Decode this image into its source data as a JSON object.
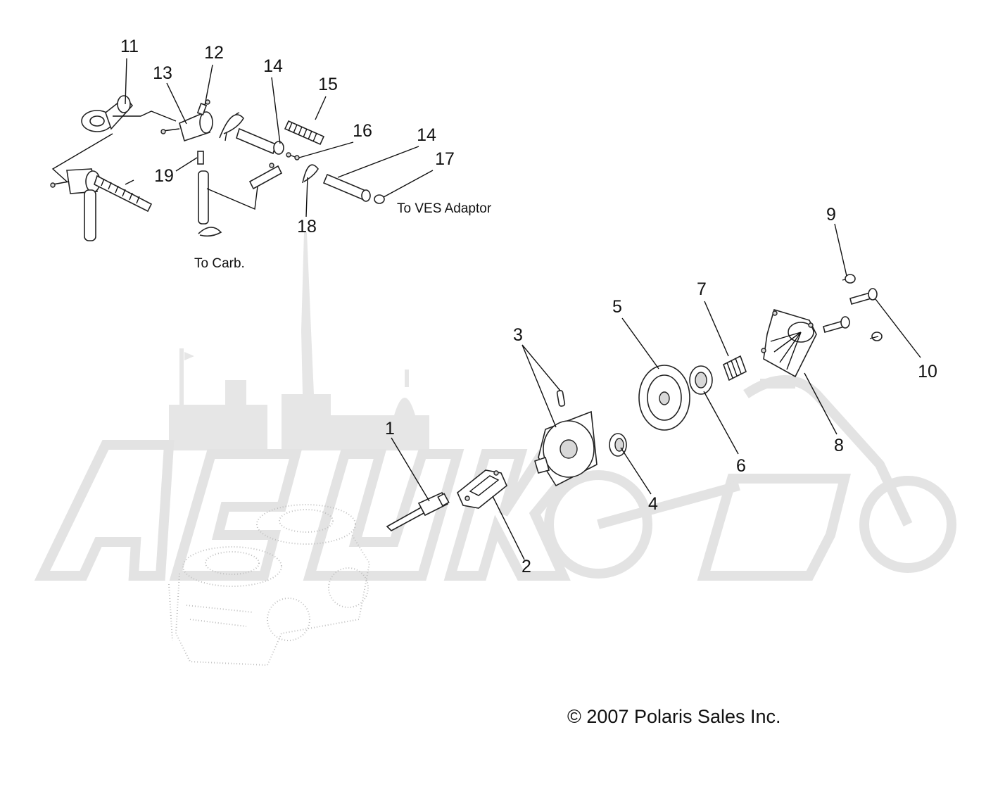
{
  "callouts": {
    "c1": "1",
    "c2": "2",
    "c3": "3",
    "c4": "4",
    "c5": "5",
    "c6": "6",
    "c7": "7",
    "c8": "8",
    "c9": "9",
    "c10": "10",
    "c11": "11",
    "c12": "12",
    "c13": "13",
    "c14a": "14",
    "c14b": "14",
    "c15": "15",
    "c16": "16",
    "c17": "17",
    "c18": "18",
    "c19": "19"
  },
  "notes": {
    "to_carb": "To Carb.",
    "to_ves": "To VES Adaptor"
  },
  "copyright": "© 2007 Polaris Sales Inc.",
  "watermark": {
    "brand_text": "AeiiMoto",
    "color": "#e6e6e6"
  },
  "colors": {
    "line": "#111111",
    "background": "#ffffff"
  }
}
